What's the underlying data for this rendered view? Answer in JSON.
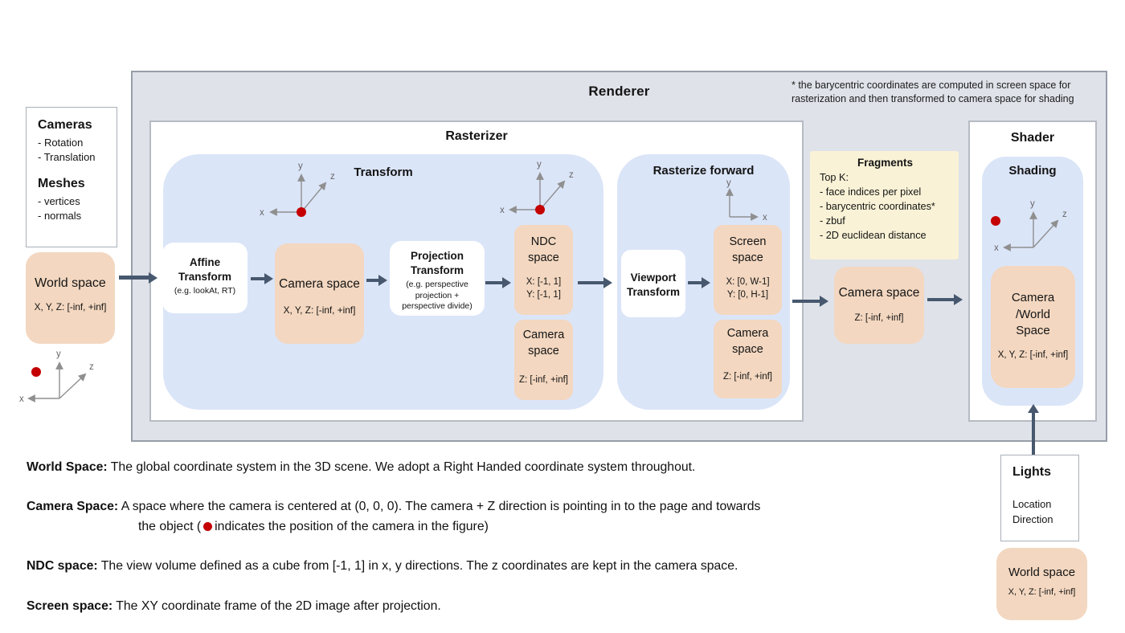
{
  "renderer": {
    "title": "Renderer"
  },
  "footnote": "* the barycentric coordinates are computed in screen space for rasterization and then transformed to camera space for shading",
  "cameras_panel": {
    "title": "Cameras",
    "items": [
      "- Rotation",
      "- Translation"
    ],
    "title2": "Meshes",
    "items2": [
      "- vertices",
      "- normals"
    ]
  },
  "world_space_left": {
    "label": "World space",
    "range": "X, Y, Z: [-inf, +inf]"
  },
  "rasterizer": {
    "title": "Rasterizer"
  },
  "transform": {
    "title": "Transform",
    "affine": {
      "line1": "Affine",
      "line2": "Transform",
      "note": "(e.g. lookAt, RT)"
    },
    "camera_space": {
      "label": "Camera space",
      "range": "X, Y, Z: [-inf, +inf]"
    },
    "projection": {
      "line1": "Projection",
      "line2": "Transform",
      "note1": "(e.g. perspective",
      "note2": "projection +",
      "note3": "perspective divide)"
    },
    "ndc": {
      "line1": "NDC",
      "line2": "space",
      "x": "X: [-1, 1]",
      "y": "Y: [-1, 1]"
    },
    "camera_space2": {
      "line1": "Camera",
      "line2": "space",
      "z": "Z: [-inf, +inf]"
    }
  },
  "rasterize_forward": {
    "title": "Rasterize forward",
    "viewport": {
      "line1": "Viewport",
      "line2": "Transform"
    },
    "screen": {
      "line1": "Screen",
      "line2": "space",
      "x": "X: [0, W-1]",
      "y": "Y: [0, H-1]"
    },
    "camera_space": {
      "line1": "Camera",
      "line2": "space",
      "z": "Z: [-inf, +inf]"
    }
  },
  "fragments": {
    "title": "Fragments",
    "lines": [
      "Top K:",
      "- face indices per pixel",
      "- barycentric coordinates*",
      "- zbuf",
      "- 2D euclidean distance"
    ]
  },
  "camera_space_mid": {
    "label": "Camera space",
    "z": "Z: [-inf, +inf]"
  },
  "shader": {
    "title": "Shader",
    "shading_title": "Shading",
    "camera_world": {
      "line1": "Camera",
      "line2": "/World",
      "line3": "Space",
      "range": "X, Y, Z: [-inf, +inf]"
    }
  },
  "lights": {
    "title": "Lights",
    "items": [
      "Location",
      "Direction"
    ]
  },
  "world_space_right": {
    "label": "World space",
    "range": "X, Y, Z: [-inf, +inf]"
  },
  "definitions": {
    "world": {
      "term": "World Space:",
      "text": "The global coordinate system in the 3D scene. We adopt a Right Handed coordinate system throughout."
    },
    "camera": {
      "term": "Camera Space:",
      "text": "A space where the camera is centered at (0, 0, 0). The camera + Z direction is pointing in to the page and towards",
      "text2a": "the object (",
      "text2b": "indicates the position of the camera in the figure)"
    },
    "ndc": {
      "term": "NDC space:",
      "text": "The view volume defined as a cube from [-1, 1] in x, y directions. The z coordinates are kept in the camera space."
    },
    "screen": {
      "term": "Screen space:",
      "text": "The XY coordinate frame of the 2D image after projection."
    }
  },
  "axis": {
    "x": "x",
    "y": "y",
    "z": "z"
  },
  "colors": {
    "tan": "#f3d7c0",
    "blue": "#dbe5f8",
    "yellow": "#f9f2d6",
    "renderer_bg": "#dfe2e9",
    "arrow": "#47586e",
    "red_dot": "#c40000"
  }
}
